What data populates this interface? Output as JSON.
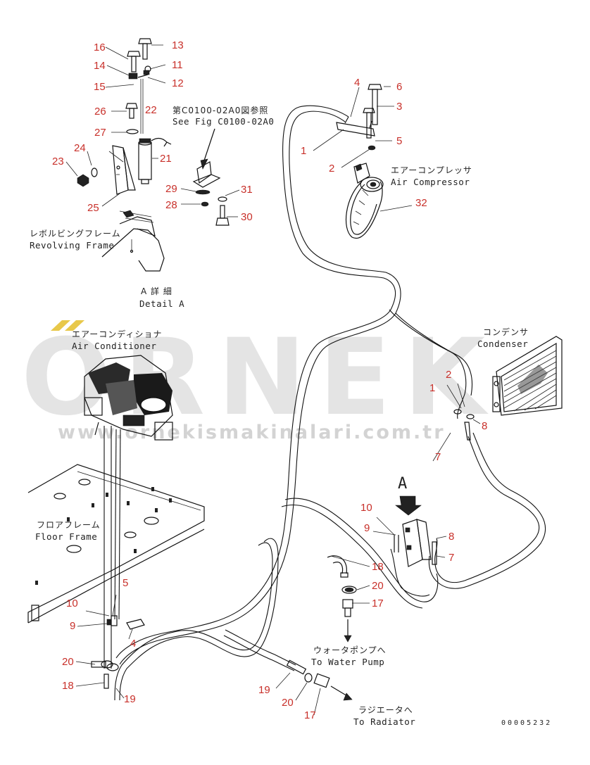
{
  "detail_a": {
    "see_fig_jp": "第C0100-02A0図参照",
    "see_fig_en": "See Fig C0100-02A0",
    "revolving_frame_jp": "レボルビングフレーム",
    "revolving_frame_en": "Revolving Frame",
    "detail_jp": "A 詳 細",
    "detail_en": "Detail A"
  },
  "labels": {
    "air_compressor_jp": "エアーコンプレッサ",
    "air_compressor_en": "Air Compressor",
    "air_conditioner_jp": "エアーコンディショナ",
    "air_conditioner_en": "Air Conditioner",
    "condenser_jp": "コンデンサ",
    "condenser_en": "Condenser",
    "floor_frame_jp": "フロアフレーム",
    "floor_frame_en": "Floor Frame",
    "water_pump_jp": "ウォータポンプへ",
    "water_pump_en": "To Water Pump",
    "radiator_jp": "ラジエータへ",
    "radiator_en": "To Radiator",
    "view_a": "A"
  },
  "callouts": {
    "c16": "16",
    "c13": "13",
    "c14": "14",
    "c11": "11",
    "c15": "15",
    "c12": "12",
    "c26": "26",
    "c22": "22",
    "c27": "27",
    "c24": "24",
    "c21": "21",
    "c23": "23",
    "c25": "25",
    "c29": "29",
    "c31": "31",
    "c28": "28",
    "c30": "30",
    "c4t": "4",
    "c6t": "6",
    "c3t": "3",
    "c1t": "1",
    "c5t": "5",
    "c2t": "2",
    "c32": "32",
    "c2c": "2",
    "c1c": "1",
    "c8c": "8",
    "c7c": "7",
    "c10r": "10",
    "c9r": "9",
    "c8r": "8",
    "c7r": "7",
    "c18m": "18",
    "c20m": "20",
    "c17m": "17",
    "c5l": "5",
    "c10l": "10",
    "c9l": "9",
    "c4l": "4",
    "c20l": "20",
    "c18l": "18",
    "c19l": "19",
    "c19b": "19",
    "c20b": "20",
    "c17b": "17"
  },
  "watermark": {
    "brand": "ORNEK",
    "url": "www.ornekismakinalari.com.tr",
    "accent": "#e8c84a"
  },
  "doc_number": "00005232"
}
